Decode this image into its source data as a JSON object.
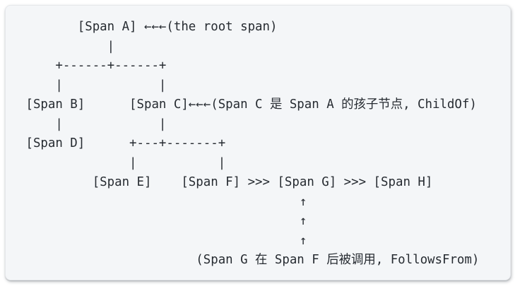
{
  "colors": {
    "page_background": "#ffffff",
    "code_block_background": "#f4f6f8",
    "code_block_border": "#e6e8eb",
    "text": "#262b31"
  },
  "code_block": {
    "lines": [
      "        [Span A] ←←←(the root span)",
      "            |",
      "     +------+------+",
      "     |             |",
      " [Span B]      [Span C]←←←(Span C 是 Span A 的孩子节点, ChildOf)",
      "     |             |",
      " [Span D]      +---+-------+",
      "               |           |",
      "          [Span E]    [Span F] >>> [Span G] >>> [Span H]",
      "                                      ↑",
      "                                      ↑",
      "                                      ↑",
      "                        (Span G 在 Span F 后被调用, FollowsFrom)"
    ],
    "spans": [
      "Span A",
      "Span B",
      "Span C",
      "Span D",
      "Span E",
      "Span F",
      "Span G",
      "Span H"
    ],
    "annotations": [
      {
        "target": "Span A",
        "arrow": "←←←",
        "text": "(the root span)"
      },
      {
        "target": "Span C",
        "arrow": "←←←",
        "text": "(Span C 是 Span A 的孩子节点, ChildOf)",
        "relationship": "ChildOf"
      },
      {
        "target": "Span G",
        "arrow": "↑↑↑",
        "text": "(Span G 在 Span F 后被调用, FollowsFrom)",
        "relationship": "FollowsFrom"
      }
    ]
  }
}
